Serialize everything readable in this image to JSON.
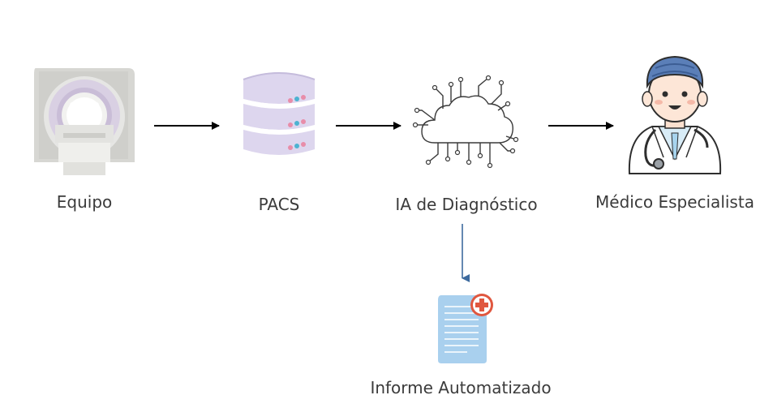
{
  "nodes": {
    "equipo": {
      "label": "Equipo",
      "icon": "mri-scanner-icon"
    },
    "pacs": {
      "label": "PACS",
      "icon": "database-server-icon"
    },
    "ia": {
      "label": "IA de Diagnóstico",
      "icon": "ai-cloud-network-icon"
    },
    "medico": {
      "label": "Médico Especialista",
      "icon": "doctor-icon"
    },
    "informe": {
      "label": "Informe Automatizado",
      "icon": "medical-report-icon"
    }
  },
  "colors": {
    "arrow": "#000000",
    "arrow_down": "#3d6a9e",
    "label_text": "#3b3b3b",
    "report_blue": "#a9d0ee",
    "report_badge": "#e0573f",
    "server_purple": "#ddd6ee",
    "doctor_hair": "#5b7fb8"
  }
}
